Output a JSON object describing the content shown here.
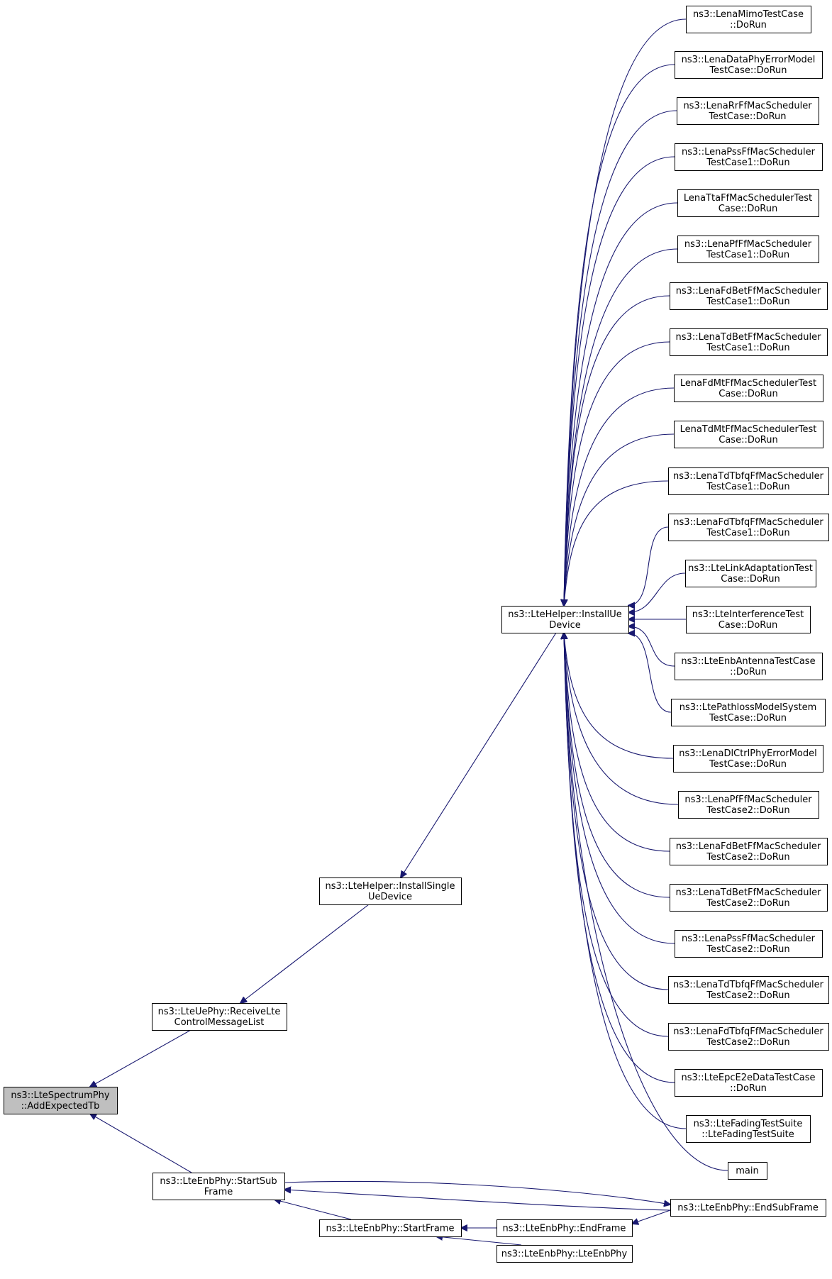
{
  "colors": {
    "edge": "#191970",
    "node_border": "#000000",
    "node_fill": "#ffffff",
    "focus_fill": "#bfbfbf"
  },
  "nodes": [
    {
      "id": "root",
      "lines": [
        "ns3::LteSpectrumPhy",
        "::AddExpectedTb"
      ],
      "focus": true
    },
    {
      "id": "uephy",
      "lines": [
        "ns3::LteUePhy::ReceiveLte",
        "ControlMessageList"
      ]
    },
    {
      "id": "single",
      "lines": [
        "ns3::LteHelper::InstallSingle",
        "UeDevice"
      ]
    },
    {
      "id": "installue",
      "lines": [
        "ns3::LteHelper::InstallUe",
        "Device"
      ]
    },
    {
      "id": "startsub",
      "lines": [
        "ns3::LteEnbPhy::StartSub",
        "Frame"
      ]
    },
    {
      "id": "startframe",
      "lines": [
        "ns3::LteEnbPhy::StartFrame"
      ]
    },
    {
      "id": "endframe",
      "lines": [
        "ns3::LteEnbPhy::EndFrame"
      ]
    },
    {
      "id": "endsubframe",
      "lines": [
        "ns3::LteEnbPhy::EndSubFrame"
      ]
    },
    {
      "id": "lteenbphy",
      "lines": [
        "ns3::LteEnbPhy::LteEnbPhy"
      ]
    },
    {
      "id": "c01",
      "lines": [
        "ns3::LenaMimoTestCase",
        "::DoRun"
      ]
    },
    {
      "id": "c02",
      "lines": [
        "ns3::LenaDataPhyErrorModel",
        "TestCase::DoRun"
      ]
    },
    {
      "id": "c03",
      "lines": [
        "ns3::LenaRrFfMacScheduler",
        "TestCase::DoRun"
      ]
    },
    {
      "id": "c04",
      "lines": [
        "ns3::LenaPssFfMacScheduler",
        "TestCase1::DoRun"
      ]
    },
    {
      "id": "c05",
      "lines": [
        "LenaTtaFfMacSchedulerTest",
        "Case::DoRun"
      ]
    },
    {
      "id": "c06",
      "lines": [
        "ns3::LenaPfFfMacScheduler",
        "TestCase1::DoRun"
      ]
    },
    {
      "id": "c07",
      "lines": [
        "ns3::LenaFdBetFfMacScheduler",
        "TestCase1::DoRun"
      ]
    },
    {
      "id": "c08",
      "lines": [
        "ns3::LenaTdBetFfMacScheduler",
        "TestCase1::DoRun"
      ]
    },
    {
      "id": "c09",
      "lines": [
        "LenaFdMtFfMacSchedulerTest",
        "Case::DoRun"
      ]
    },
    {
      "id": "c10",
      "lines": [
        "LenaTdMtFfMacSchedulerTest",
        "Case::DoRun"
      ]
    },
    {
      "id": "c11",
      "lines": [
        "ns3::LenaTdTbfqFfMacScheduler",
        "TestCase1::DoRun"
      ]
    },
    {
      "id": "c12",
      "lines": [
        "ns3::LenaFdTbfqFfMacScheduler",
        "TestCase1::DoRun"
      ]
    },
    {
      "id": "c13",
      "lines": [
        "ns3::LteLinkAdaptationTest",
        "Case::DoRun"
      ]
    },
    {
      "id": "c14",
      "lines": [
        "ns3::LteInterferenceTest",
        "Case::DoRun"
      ]
    },
    {
      "id": "c15",
      "lines": [
        "ns3::LteEnbAntennaTestCase",
        "::DoRun"
      ]
    },
    {
      "id": "c16",
      "lines": [
        "ns3::LtePathlossModelSystem",
        "TestCase::DoRun"
      ]
    },
    {
      "id": "c17",
      "lines": [
        "ns3::LenaDlCtrlPhyErrorModel",
        "TestCase::DoRun"
      ]
    },
    {
      "id": "c18",
      "lines": [
        "ns3::LenaPfFfMacScheduler",
        "TestCase2::DoRun"
      ]
    },
    {
      "id": "c19",
      "lines": [
        "ns3::LenaFdBetFfMacScheduler",
        "TestCase2::DoRun"
      ]
    },
    {
      "id": "c20",
      "lines": [
        "ns3::LenaTdBetFfMacScheduler",
        "TestCase2::DoRun"
      ]
    },
    {
      "id": "c21",
      "lines": [
        "ns3::LenaPssFfMacScheduler",
        "TestCase2::DoRun"
      ]
    },
    {
      "id": "c22",
      "lines": [
        "ns3::LenaTdTbfqFfMacScheduler",
        "TestCase2::DoRun"
      ]
    },
    {
      "id": "c23",
      "lines": [
        "ns3::LenaFdTbfqFfMacScheduler",
        "TestCase2::DoRun"
      ]
    },
    {
      "id": "c24",
      "lines": [
        "ns3::LteEpcE2eDataTestCase",
        "::DoRun"
      ]
    },
    {
      "id": "c25",
      "lines": [
        "ns3::LteFadingTestSuite",
        "::LteFadingTestSuite"
      ]
    },
    {
      "id": "c26",
      "lines": [
        "main"
      ]
    }
  ],
  "edges": [
    {
      "from": "uephy",
      "to": "root"
    },
    {
      "from": "startsub",
      "to": "root"
    },
    {
      "from": "single",
      "to": "uephy"
    },
    {
      "from": "installue",
      "to": "single"
    },
    {
      "from": "c01",
      "to": "installue"
    },
    {
      "from": "c02",
      "to": "installue"
    },
    {
      "from": "c03",
      "to": "installue"
    },
    {
      "from": "c04",
      "to": "installue"
    },
    {
      "from": "c05",
      "to": "installue"
    },
    {
      "from": "c06",
      "to": "installue"
    },
    {
      "from": "c07",
      "to": "installue"
    },
    {
      "from": "c08",
      "to": "installue"
    },
    {
      "from": "c09",
      "to": "installue"
    },
    {
      "from": "c10",
      "to": "installue"
    },
    {
      "from": "c11",
      "to": "installue"
    },
    {
      "from": "c12",
      "to": "installue"
    },
    {
      "from": "c13",
      "to": "installue"
    },
    {
      "from": "c14",
      "to": "installue"
    },
    {
      "from": "c15",
      "to": "installue"
    },
    {
      "from": "c16",
      "to": "installue"
    },
    {
      "from": "c17",
      "to": "installue"
    },
    {
      "from": "c18",
      "to": "installue"
    },
    {
      "from": "c19",
      "to": "installue"
    },
    {
      "from": "c20",
      "to": "installue"
    },
    {
      "from": "c21",
      "to": "installue"
    },
    {
      "from": "c22",
      "to": "installue"
    },
    {
      "from": "c23",
      "to": "installue"
    },
    {
      "from": "c24",
      "to": "installue"
    },
    {
      "from": "c25",
      "to": "installue"
    },
    {
      "from": "c26",
      "to": "installue"
    },
    {
      "from": "endsubframe",
      "to": "startsub"
    },
    {
      "from": "startframe",
      "to": "startsub"
    },
    {
      "from": "startsub",
      "to": "endsubframe"
    },
    {
      "from": "endframe",
      "to": "startframe"
    },
    {
      "from": "lteenbphy",
      "to": "startframe"
    },
    {
      "from": "endsubframe",
      "to": "endframe"
    }
  ]
}
